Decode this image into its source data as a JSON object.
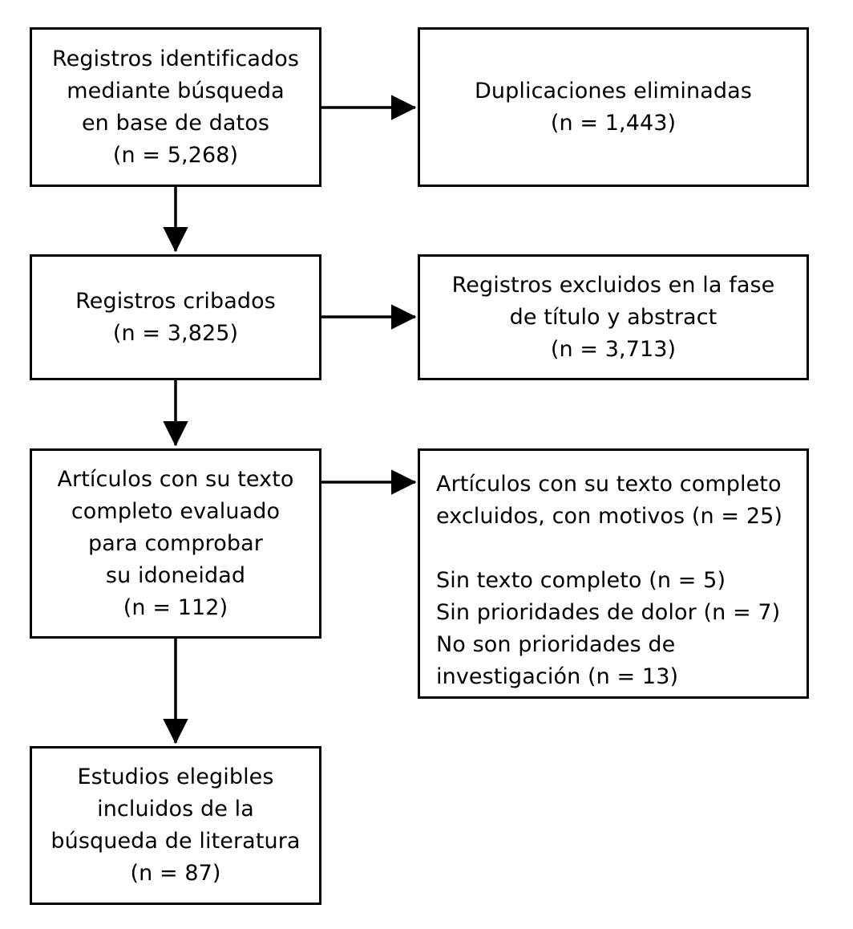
{
  "diagram": {
    "type": "prisma-flow-diagram",
    "language": "es",
    "stroke_color": "#000000",
    "background_color": "#ffffff",
    "nodes": [
      {
        "id": "identified",
        "text": "Registros identificados\nmediante búsqueda\nen base de datos\n(n = 5,268)",
        "align": "center",
        "count": 5268
      },
      {
        "id": "duplicates",
        "text": "Duplicaciones eliminadas\n(n = 1,443)",
        "align": "center",
        "count": 1443
      },
      {
        "id": "screened",
        "text": "Registros cribados\n(n = 3,825)",
        "align": "center",
        "count": 3825
      },
      {
        "id": "excluded_title_abstract",
        "text": "Registros excluidos en la fase\nde título y abstract\n(n = 3,713)",
        "align": "center",
        "count": 3713
      },
      {
        "id": "fulltext_assessed",
        "text": "Artículos con su texto\ncompleto evaluado\npara comprobar\nsu idoneidad\n(n = 112)",
        "align": "center",
        "count": 112
      },
      {
        "id": "excluded_reasons",
        "text": "Artículos con su texto completo\nexcluidos, con motivos (n = 25)\n\nSin texto completo (n = 5)\nSin prioridades de dolor (n = 7)\nNo son prioridades de\ninvestigación (n = 13)",
        "align": "left",
        "count": 25,
        "reasons": [
          {
            "label": "Sin texto completo",
            "count": 5
          },
          {
            "label": "Sin prioridades de dolor",
            "count": 7
          },
          {
            "label": "No son prioridades de investigación",
            "count": 13
          }
        ]
      },
      {
        "id": "included",
        "text": "Estudios elegibles\nincluidos de la\nbúsqueda de literatura\n(n = 87)",
        "align": "center",
        "count": 87
      }
    ],
    "edges": [
      {
        "id": "identified-to-duplicates",
        "from": "identified",
        "to": "duplicates",
        "direction": "right"
      },
      {
        "id": "identified-to-screened",
        "from": "identified",
        "to": "screened",
        "direction": "down"
      },
      {
        "id": "screened-to-excluded-title",
        "from": "screened",
        "to": "excluded_title_abstract",
        "direction": "right"
      },
      {
        "id": "screened-to-fulltext",
        "from": "screened",
        "to": "fulltext_assessed",
        "direction": "down"
      },
      {
        "id": "fulltext-to-excluded-reasons",
        "from": "fulltext_assessed",
        "to": "excluded_reasons",
        "direction": "right"
      },
      {
        "id": "fulltext-to-included",
        "from": "fulltext_assessed",
        "to": "included",
        "direction": "down"
      }
    ]
  }
}
